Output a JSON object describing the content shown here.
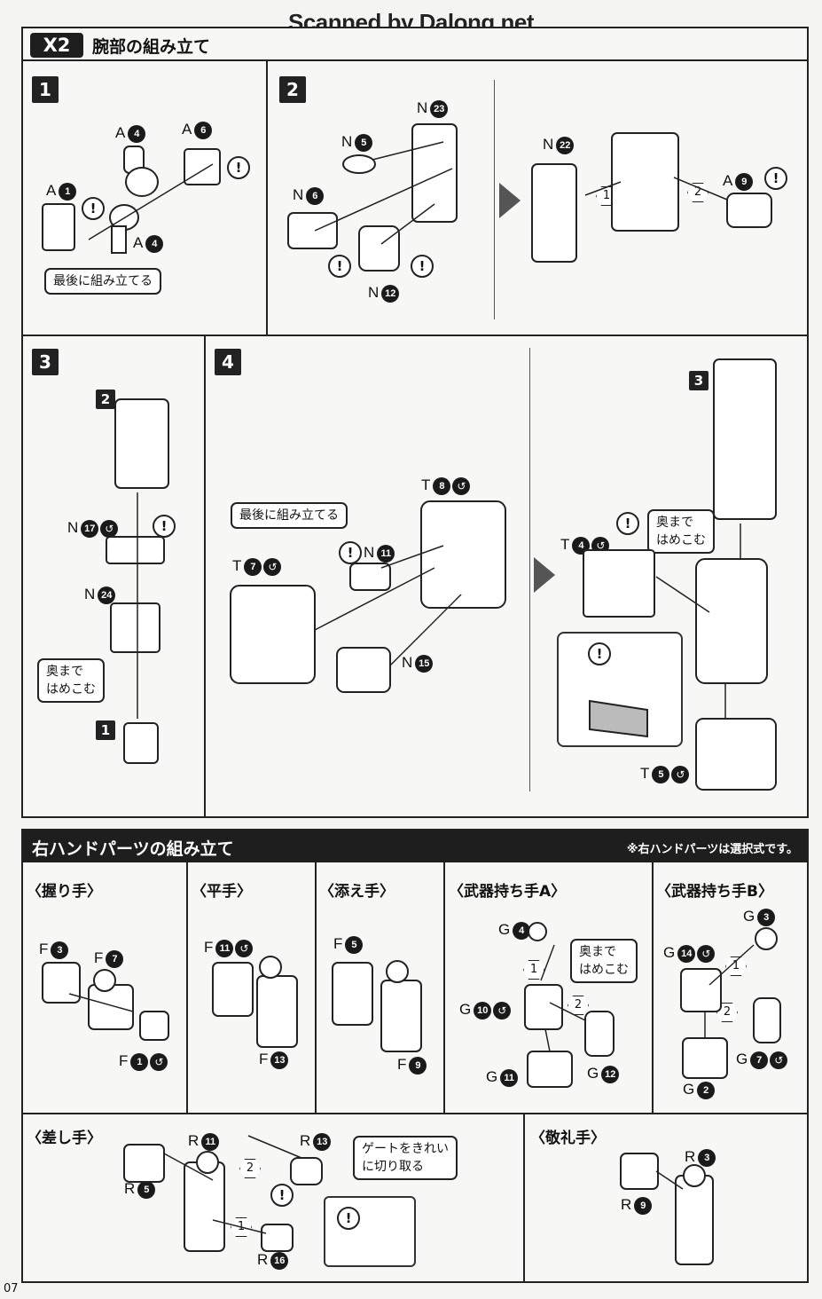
{
  "watermark": "Scanned by Dalong.net",
  "arm_section": {
    "badge": "X2",
    "title": "腕部の組み立て",
    "steps": {
      "s1": {
        "num": "1",
        "labels": [
          "A",
          "A",
          "A",
          "A"
        ],
        "nums": [
          "4",
          "6",
          "1",
          "4"
        ],
        "note": "最後に組み立てる"
      },
      "s2": {
        "num": "2",
        "labels": [
          "N",
          "N",
          "N",
          "N",
          "N",
          "A"
        ],
        "nums": [
          "23",
          "5",
          "6",
          "12",
          "22",
          "9"
        ],
        "arrows": [
          "1",
          "2"
        ]
      },
      "s3": {
        "num": "3",
        "ref_top": "2",
        "ref_bottom": "1",
        "labels": [
          "N",
          "N"
        ],
        "nums": [
          "17",
          "24"
        ],
        "note": "奥まで\nはめこむ"
      },
      "s4": {
        "num": "4",
        "ref": "3",
        "note_left": "最後に組み立てる",
        "note_right": "奥まで\nはめこむ",
        "labels": [
          "T",
          "N",
          "T",
          "N",
          "T",
          "T"
        ],
        "nums": [
          "8",
          "11",
          "7",
          "15",
          "4",
          "5"
        ]
      }
    }
  },
  "hand_section": {
    "title": "右ハンドパーツの組み立て",
    "note": "※右ハンドパーツは選択式です。",
    "hands": [
      {
        "title": "〈握り手〉",
        "labels": [
          {
            "c": "F",
            "n": "3"
          },
          {
            "c": "F",
            "n": "7"
          },
          {
            "c": "F",
            "n": "1"
          }
        ]
      },
      {
        "title": "〈平手〉",
        "labels": [
          {
            "c": "F",
            "n": "11"
          },
          {
            "c": "F",
            "n": "13"
          }
        ]
      },
      {
        "title": "〈添え手〉",
        "labels": [
          {
            "c": "F",
            "n": "5"
          },
          {
            "c": "F",
            "n": "9"
          }
        ]
      },
      {
        "title": "〈武器持ち手A〉",
        "labels": [
          {
            "c": "G",
            "n": "4"
          },
          {
            "c": "G",
            "n": "10"
          },
          {
            "c": "G",
            "n": "11"
          },
          {
            "c": "G",
            "n": "12"
          }
        ],
        "note": "奥まで\nはめこむ"
      },
      {
        "title": "〈武器持ち手B〉",
        "labels": [
          {
            "c": "G",
            "n": "3"
          },
          {
            "c": "G",
            "n": "14"
          },
          {
            "c": "G",
            "n": "7"
          },
          {
            "c": "G",
            "n": "2"
          }
        ]
      },
      {
        "title": "〈差し手〉",
        "labels": [
          {
            "c": "R",
            "n": "11"
          },
          {
            "c": "R",
            "n": "13"
          },
          {
            "c": "R",
            "n": "5"
          },
          {
            "c": "R",
            "n": "16"
          }
        ],
        "note": "ゲートをきれい\nに切り取る"
      },
      {
        "title": "〈敬礼手〉",
        "labels": [
          {
            "c": "R",
            "n": "3"
          },
          {
            "c": "R",
            "n": "9"
          }
        ]
      }
    ]
  },
  "page_number": "07",
  "icons": [
    "exclamation-icon",
    "cement-icon",
    "arrow-right-icon"
  ]
}
